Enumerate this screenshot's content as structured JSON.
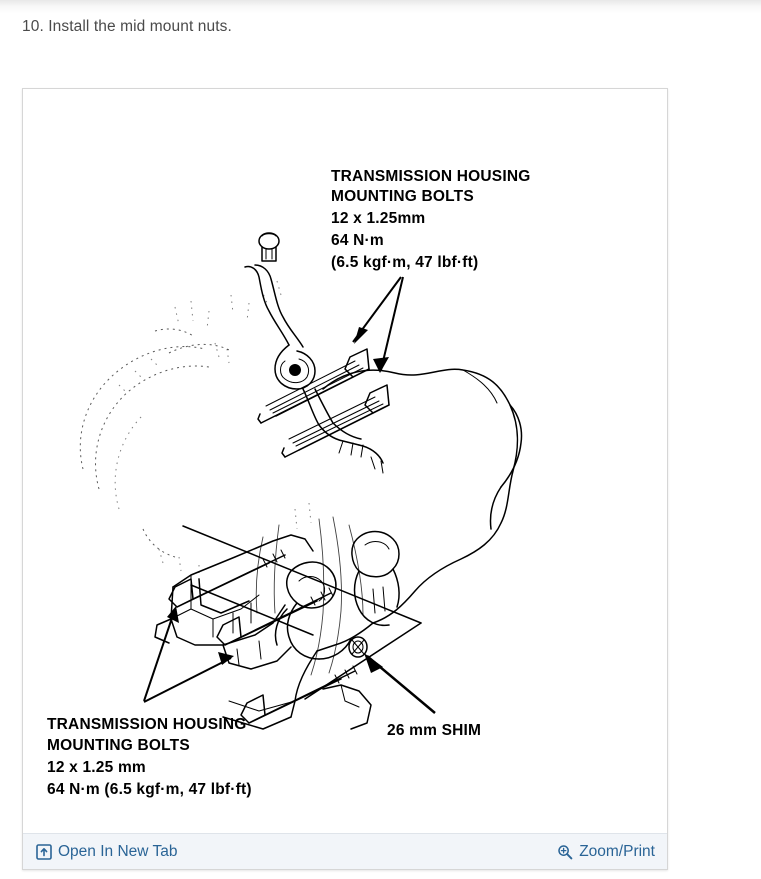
{
  "step": {
    "text": "10. Install the mid mount nuts."
  },
  "figure": {
    "alt_title": "Transmission housing mounting bolts and shim diagram",
    "labels": {
      "top_right": {
        "line1": "TRANSMISSION HOUSING",
        "line2": "MOUNTING BOLTS",
        "line3": "12 x 1.25mm",
        "line4": "64 N·m",
        "line5": "(6.5 kgf·m, 47 lbf·ft)"
      },
      "bottom_left": {
        "line1": "TRANSMISSION HOUSING",
        "line2": "MOUNTING BOLTS",
        "line3": "12 x 1.25 mm",
        "line4": "64 N·m (6.5 kgf·m, 47 lbf·ft)"
      },
      "shim": {
        "line1": "26 mm SHIM"
      }
    }
  },
  "footer": {
    "open_new_tab_label": "Open In New Tab",
    "open_new_tab_icon": "external-link-icon",
    "zoom_print_label": "Zoom/Print",
    "zoom_print_icon": "magnifier-plus-icon"
  },
  "colors": {
    "link": "#2a6496",
    "text": "#4a4a4a",
    "footer_bg": "#f2f5f9",
    "card_border": "#d6d6d6",
    "diagram_ink": "#000000"
  }
}
